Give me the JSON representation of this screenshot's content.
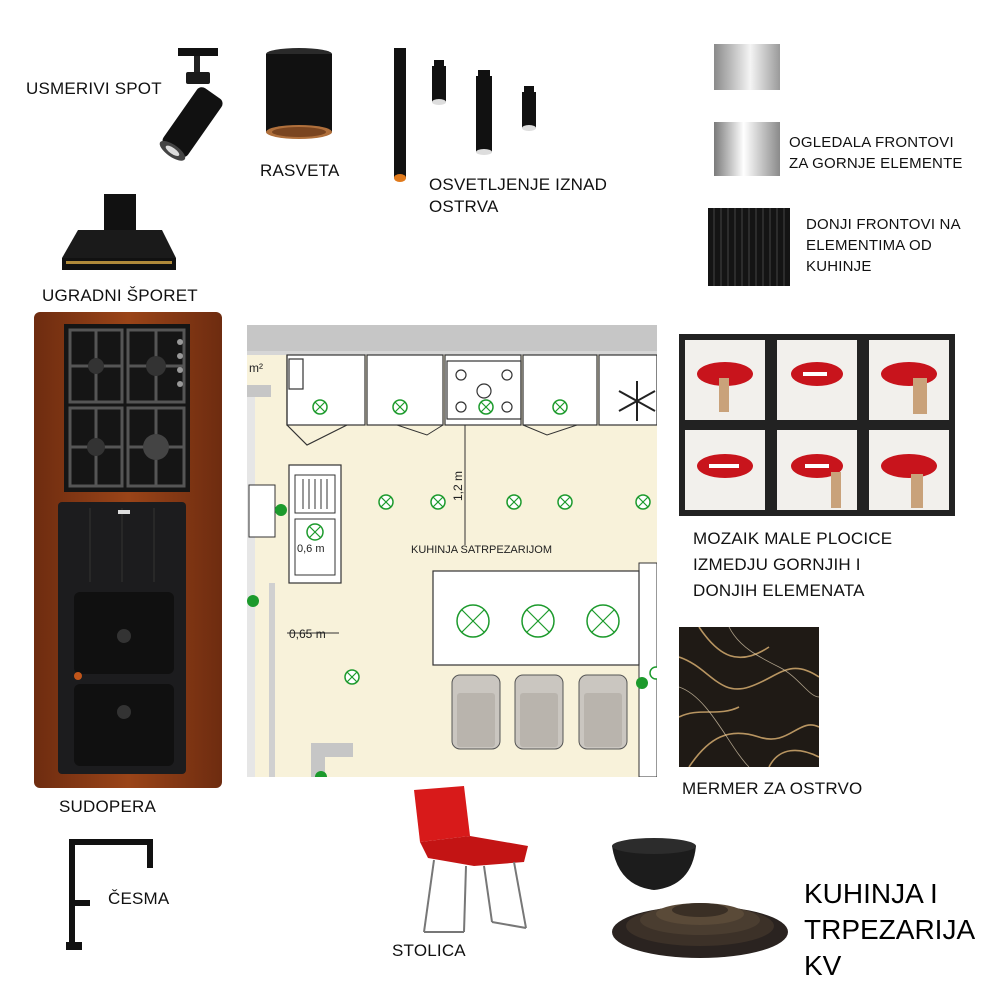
{
  "labels": {
    "usmerivi_spot": "USMERIVI SPOT",
    "rasveta": "RASVETA",
    "osvetljenje_line1": "OSVETLJENJE IZNAD",
    "osvetljenje_line2": "OSTRVA",
    "ogledala_line1": "OGLEDALA FRONTOVI",
    "ogledala_line2": "ZA GORNJE ELEMENTE",
    "donji_line1": "DONJI FRONTOVI NA",
    "donji_line2": "ELEMENTIMA OD",
    "donji_line3": "KUHINJE",
    "ugradni_sporet": "UGRADNI ŠPORET",
    "mozaik_line1": "MOZAIK MALE PLOCICE",
    "mozaik_line2": "IZMEDJU GORNJIH I",
    "mozaik_line3": "DONJIH ELEMENATA",
    "mermer": "MERMER ZA OSTRVO",
    "sudopera": "SUDOPERA",
    "cesma": "ČESMA",
    "stolica": "STOLICA"
  },
  "title": {
    "line1": "KUHINJA I",
    "line2": "TRPEZARIJA",
    "line3": "KV"
  },
  "floorplan": {
    "room_label": "KUHINJA SATRPEZARIJOM",
    "area_unit": "m²",
    "dim_vertical": "1,2 m",
    "dim_sink": "0,6 m",
    "dim_bottom": "0,65 m"
  },
  "colors": {
    "wood": "#8a3a14",
    "marble": "#1f1a15",
    "chair_red": "#d81a1a",
    "light_marker": "#1c9a2c",
    "plan_floor": "#f8f2da"
  }
}
